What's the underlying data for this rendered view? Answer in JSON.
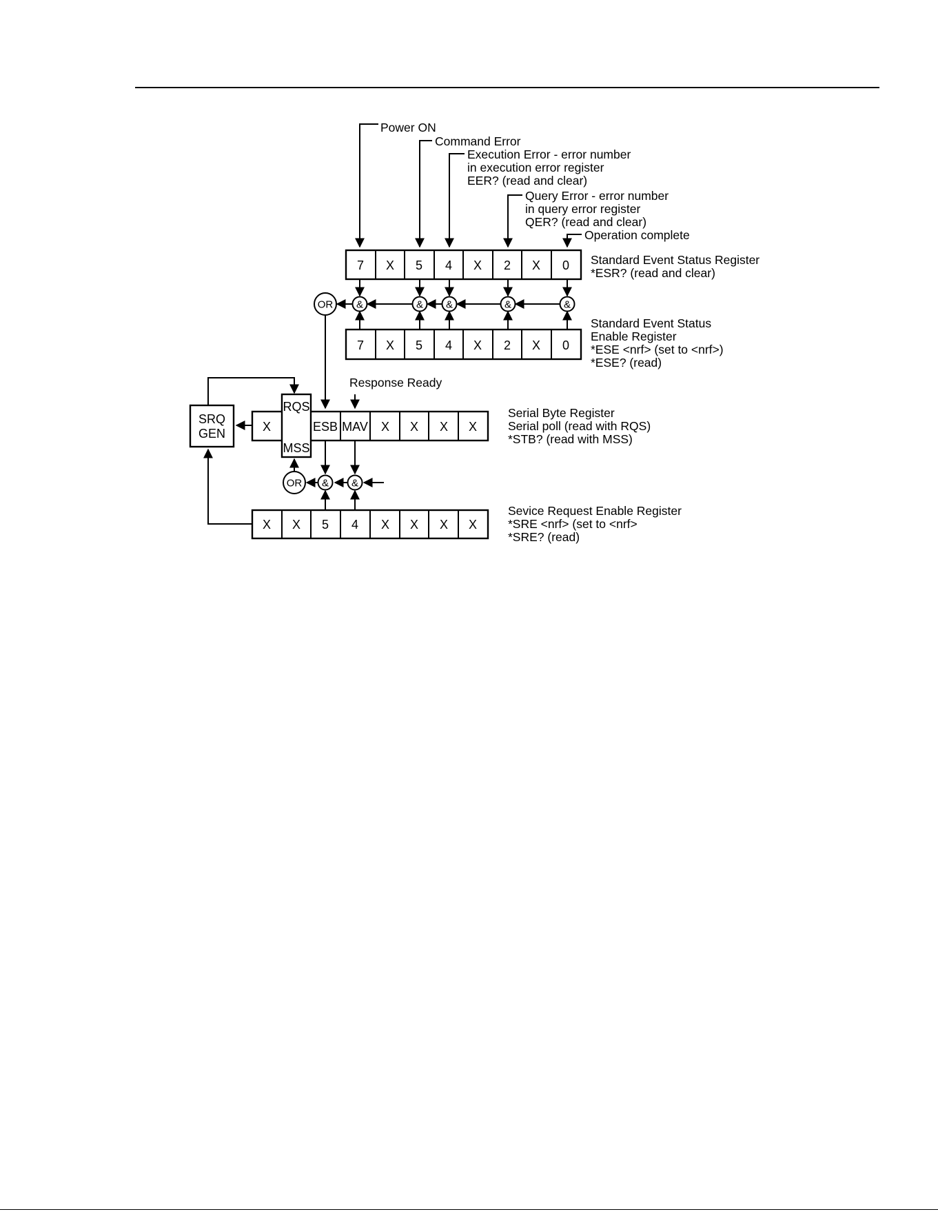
{
  "callouts": {
    "power_on": "Power ON",
    "command_error": "Command Error",
    "execution_error": [
      "Execution Error - error number",
      "in execution error register",
      "EER? (read and clear)"
    ],
    "query_error": [
      "Query Error - error number",
      "in query error register",
      "QER? (read and clear)"
    ],
    "operation_complete": "Operation complete",
    "response_ready": "Response Ready"
  },
  "esr": {
    "cells": [
      "7",
      "X",
      "5",
      "4",
      "X",
      "2",
      "X",
      "0"
    ],
    "label": [
      "Standard Event Status Register",
      "*ESR? (read and clear)"
    ]
  },
  "ese": {
    "cells": [
      "7",
      "X",
      "5",
      "4",
      "X",
      "2",
      "X",
      "0"
    ],
    "label": [
      "Standard Event Status",
      "Enable Register",
      "*ESE <nrf> (set to <nrf>)",
      "*ESE? (read)"
    ]
  },
  "stb": {
    "cells": [
      "X",
      "",
      "ESB",
      "MAV",
      "X",
      "X",
      "X",
      "X"
    ],
    "rqs": "RQS",
    "mss": "MSS",
    "label": [
      "Serial Byte Register",
      "Serial poll (read with RQS)",
      "*STB? (read with MSS)"
    ]
  },
  "sre": {
    "cells": [
      "X",
      "X",
      "5",
      "4",
      "X",
      "X",
      "X",
      "X"
    ],
    "label": [
      "Sevice Request Enable Register",
      "*SRE <nrf> (set to <nrf>",
      "*SRE? (read)"
    ]
  },
  "srq_gen": [
    "SRQ",
    "GEN"
  ],
  "gates": {
    "and": "&",
    "or": "OR"
  }
}
